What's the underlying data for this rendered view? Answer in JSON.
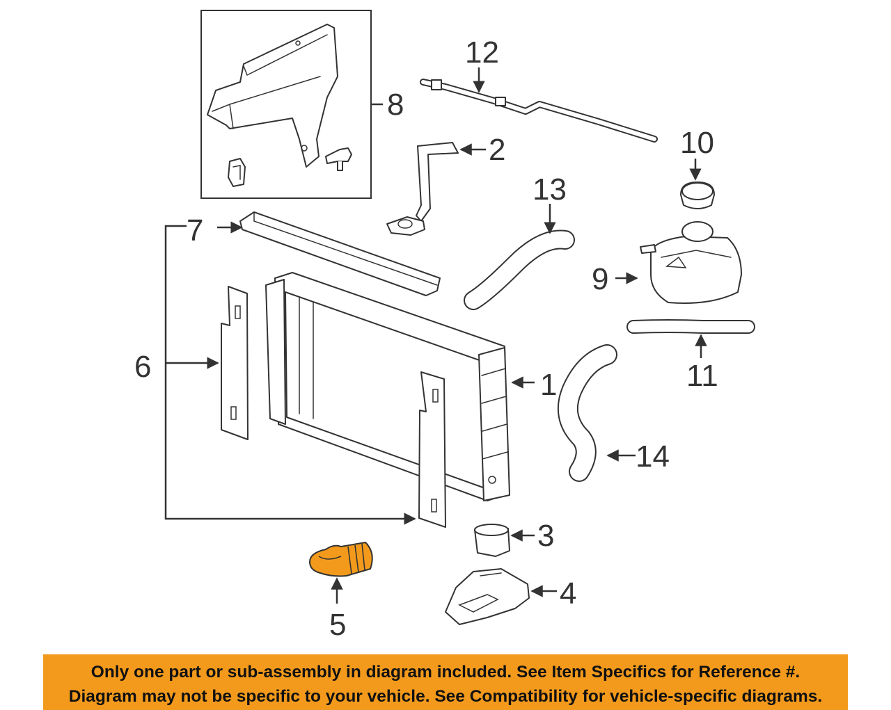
{
  "diagram": {
    "callouts": {
      "c1": "1",
      "c2": "2",
      "c3": "3",
      "c4": "4",
      "c5": "5",
      "c6": "6",
      "c7": "7",
      "c8": "8",
      "c9": "9",
      "c10": "10",
      "c11": "11",
      "c12": "12",
      "c13": "13",
      "c14": "14"
    },
    "highlighted_part": "5",
    "colors": {
      "highlight": "#f39a1c",
      "line": "#333333",
      "banner": "#f39a1c"
    }
  },
  "banner": {
    "line1": "Only one part or sub-assembly in diagram included. See Item Specifics for Reference #.",
    "line2": "Diagram may not be specific to your vehicle. See Compatibility for vehicle-specific diagrams."
  }
}
